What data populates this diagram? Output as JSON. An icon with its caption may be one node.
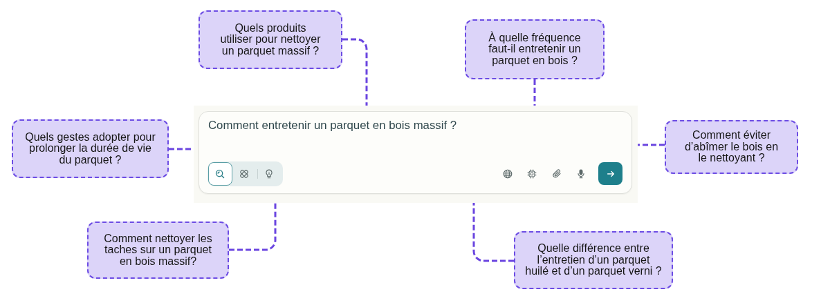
{
  "diagram": {
    "nodes": [
      {
        "text": [
          "Quels produits utiliser pour nettoyer un parquet massif ?"
        ]
      },
      {
        "text": [
          "À quelle fréquence faut-il entretenir un parquet en bois ?"
        ]
      },
      {
        "text": [
          "Quels gestes adopter pour prolonger la durée de vie du parquet ?"
        ]
      },
      {
        "text": [
          "Comment entretenir un parquet en bois massif ?"
        ]
      },
      {
        "text": [
          "Comment éviter d’abîmer le bois en le nettoyant ?"
        ]
      },
      {
        "text": [
          "Comment nettoyer les taches sur un parquet en bois massif?"
        ]
      },
      {
        "text": [
          "Quelle différence entre l’entretien d’un parquet huilé et d’un parquet verni ?"
        ]
      }
    ],
    "edges": [
      {
        "from": 0,
        "to": 3,
        "arrow": "none",
        "style": "dashed"
      },
      {
        "from": 1,
        "to": 3,
        "arrow": "none",
        "style": "dashed"
      },
      {
        "from": 2,
        "to": 3,
        "arrow": "none",
        "style": "dashed"
      },
      {
        "from": 4,
        "to": 3,
        "arrow": "none",
        "style": "dashed"
      },
      {
        "from": 5,
        "to": 3,
        "arrow": "none",
        "style": "dashed"
      },
      {
        "from": 6,
        "to": 3,
        "arrow": "none",
        "style": "dashed"
      }
    ]
  }
}
